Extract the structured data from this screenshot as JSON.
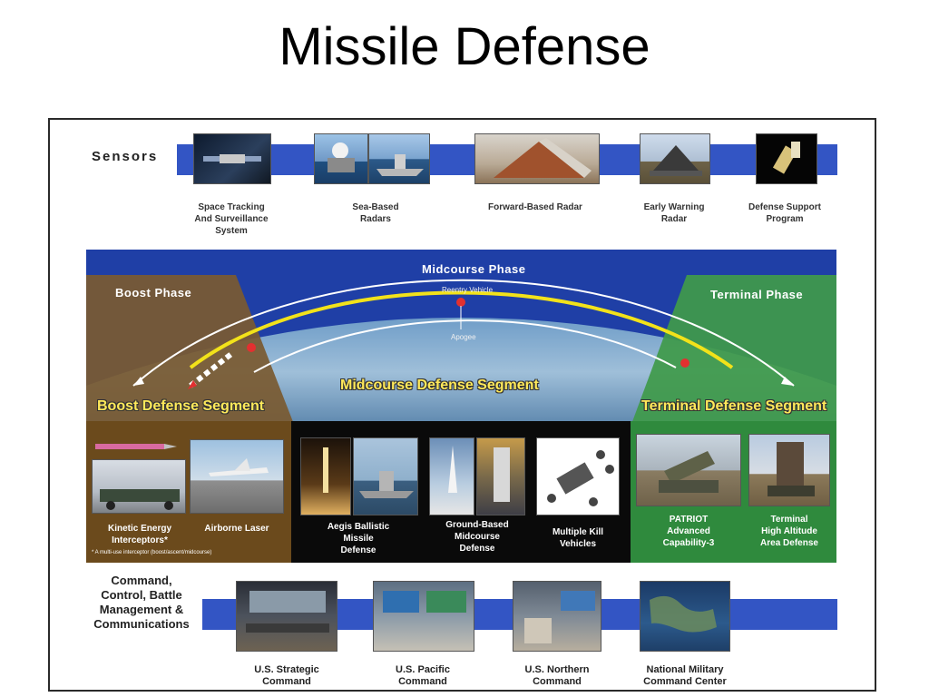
{
  "title": "Missile Defense",
  "sensors": {
    "label": "Sensors",
    "items": [
      "Space Tracking\nAnd Surveillance\nSystem",
      "Sea-Based\nRadars",
      "Forward-Based Radar",
      "Early Warning\nRadar",
      "Defense Support\nProgram"
    ]
  },
  "phases": {
    "boost": "Boost Phase",
    "midcourse": "Midcourse Phase",
    "terminal": "Terminal Phase",
    "reentry": "Reentry Vehicle",
    "apogee": "Apogee"
  },
  "segments": {
    "boost": "Boost Defense Segment",
    "midcourse": "Midcourse Defense Segment",
    "terminal": "Terminal Defense Segment"
  },
  "weapons": {
    "boost": [
      "Kinetic Energy\nInterceptors*",
      "Airborne Laser"
    ],
    "boost_footnote": "* A multi-use interceptor (boost/ascent/midcourse)",
    "midcourse": [
      "Aegis Ballistic\nMissile\nDefense",
      "Ground-Based\nMidcourse\nDefense",
      "Multiple Kill\nVehicles"
    ],
    "terminal": [
      "PATRIOT\nAdvanced\nCapability-3",
      "Terminal\nHigh Altitude\nArea Defense"
    ]
  },
  "command": {
    "label": "Command,\nControl, Battle\nManagement &\nCommunications",
    "items": [
      "U.S. Strategic\nCommand",
      "U.S. Pacific\nCommand",
      "U.S. Northern\nCommand",
      "National Military\nCommand Center"
    ]
  },
  "colors": {
    "band_blue": "#3355c4",
    "boost_brown": "#6b4a1c",
    "midcourse_black": "#0a0a0a",
    "terminal_green": "#2f8a3d",
    "trajectory_yellow": "#f2e21a",
    "segment_text": "#ffe95a"
  }
}
